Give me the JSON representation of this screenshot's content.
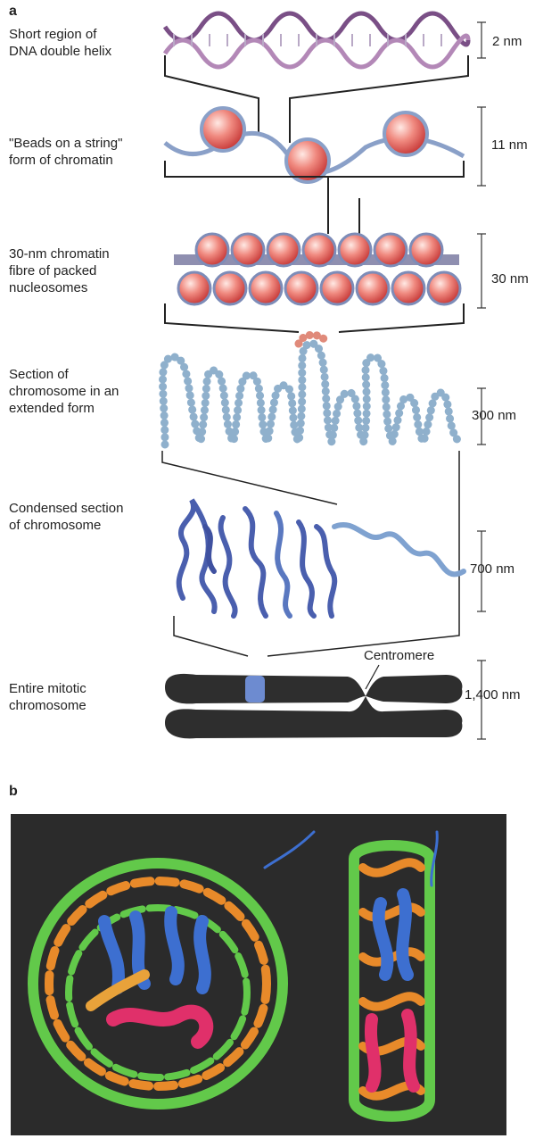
{
  "panel_a": {
    "letter": "a",
    "levels": [
      {
        "label": "Short region of\nDNA double helix",
        "size": "2 nm"
      },
      {
        "label": "\"Beads on a string\"\nform of chromatin",
        "size": "11 nm"
      },
      {
        "label": "30-nm chromatin\nfibre of packed\nnucleosomes",
        "size": "30 nm"
      },
      {
        "label": "Section of\nchromosome in an\nextended form",
        "size": "300 nm"
      },
      {
        "label": "Condensed section\nof chromosome",
        "size": "700 nm"
      },
      {
        "label": "Entire mitotic\nchromosome",
        "size": "1,400 nm"
      }
    ],
    "centromere_label": "Centromere"
  },
  "panel_b": {
    "letter": "b"
  },
  "colors": {
    "dna": "#8a5a8e",
    "bead": "#d83a3a",
    "fiber_bead": "#8fb0cc",
    "condensed": "#4a5fae",
    "chromosome": "#2e2e2e",
    "helix_green": "#62c94a",
    "helix_orange": "#e88a2a",
    "protein_blue": "#3d6fd0",
    "protein_pink": "#e0306a"
  }
}
